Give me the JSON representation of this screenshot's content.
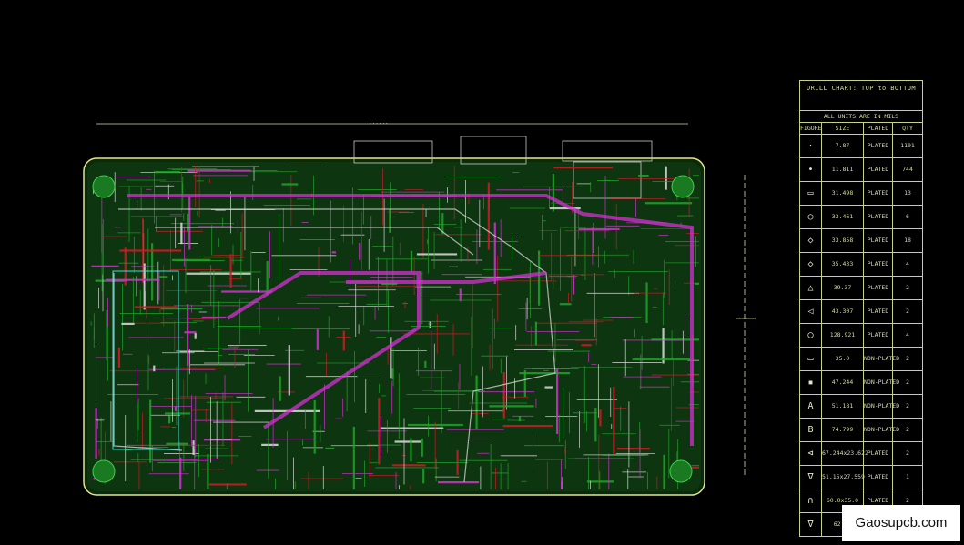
{
  "colors": {
    "background": "#000000",
    "outline": "#e6e68a",
    "trace_green": "#1fa52a",
    "trace_magenta": "#d62fd6",
    "trace_red": "#d11b2a",
    "trace_white": "#dcdcdc",
    "trace_cyan": "#44dcdc",
    "table_line": "#c9d08a"
  },
  "dimension_top": "......",
  "dimension_right": "......",
  "drill_chart": {
    "title": "DRILL CHART: TOP to BOTTOM",
    "units": "ALL UNITS ARE IN MILS",
    "headers": [
      "FIGURE",
      "SIZE",
      "PLATED",
      "QTY"
    ],
    "rows": [
      {
        "figure": "·",
        "size": "7.87",
        "plated": "PLATED",
        "qty": "1101"
      },
      {
        "figure": "•",
        "size": "11.811",
        "plated": "PLATED",
        "qty": "744"
      },
      {
        "figure": "▭",
        "size": "31.498",
        "plated": "PLATED",
        "qty": "13"
      },
      {
        "figure": "○",
        "size": "33.461",
        "plated": "PLATED",
        "qty": "6"
      },
      {
        "figure": "◇",
        "size": "33.858",
        "plated": "PLATED",
        "qty": "18"
      },
      {
        "figure": "◇",
        "size": "35.433",
        "plated": "PLATED",
        "qty": "4"
      },
      {
        "figure": "△",
        "size": "39.37",
        "plated": "PLATED",
        "qty": "2"
      },
      {
        "figure": "◁",
        "size": "43.307",
        "plated": "PLATED",
        "qty": "2"
      },
      {
        "figure": "◯",
        "size": "128.921",
        "plated": "PLATED",
        "qty": "4"
      },
      {
        "figure": "▭",
        "size": "35.0",
        "plated": "NON-PLATED",
        "qty": "2"
      },
      {
        "figure": "▪",
        "size": "47.244",
        "plated": "NON-PLATED",
        "qty": "2"
      },
      {
        "figure": "A",
        "size": "51.181",
        "plated": "NON-PLATED",
        "qty": "2"
      },
      {
        "figure": "B",
        "size": "74.799",
        "plated": "NON-PLATED",
        "qty": "2"
      },
      {
        "figure": "⊲",
        "size": "67.244x23.622",
        "plated": "PLATED",
        "qty": "2"
      },
      {
        "figure": "∇",
        "size": "51.15x27.559",
        "plated": "PLATED",
        "qty": "1"
      },
      {
        "figure": "∩",
        "size": "60.0x35.0",
        "plated": "PLATED",
        "qty": "2"
      },
      {
        "figure": "∇",
        "size": "62.98",
        "plated": "",
        "qty": ""
      }
    ]
  },
  "watermark": "Gaosupcb.com"
}
